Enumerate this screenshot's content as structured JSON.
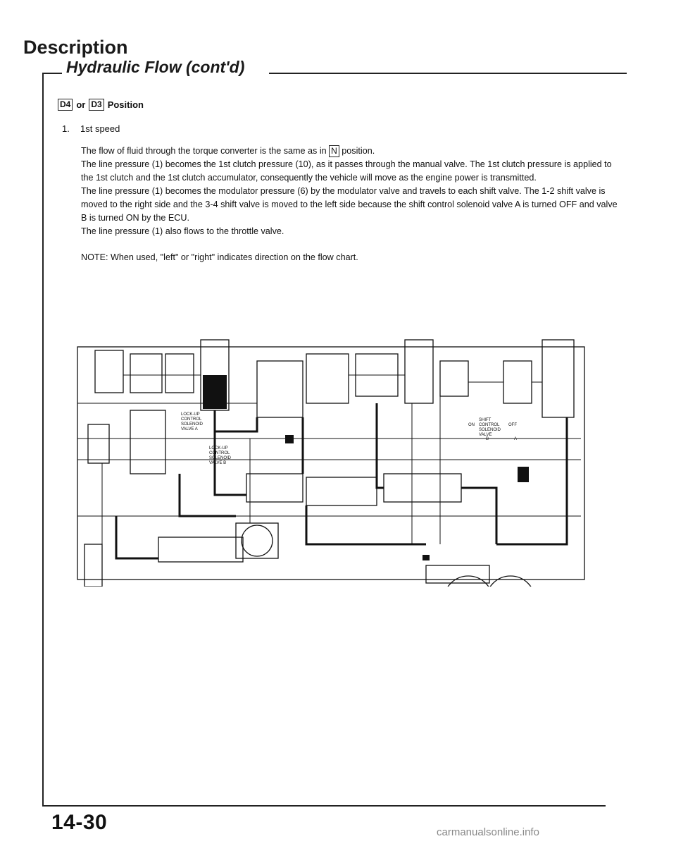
{
  "page": {
    "heading": "Description",
    "subheading": "Hydraulic Flow (cont'd)",
    "position_boxes": [
      "D4",
      "D3"
    ],
    "position_or": "or",
    "position_suffix": "Position",
    "item_number": "1.",
    "item_title": "1st speed",
    "paragraph_1a": "The flow of fluid through the torque converter is the same as in",
    "paragraph_1_box": "N",
    "paragraph_1b": "position.",
    "paragraph_2": "The line pressure (1) becomes the 1st clutch pressure (10), as it passes through the manual valve. The 1st clutch pressure is applied to the 1st clutch and the 1st clutch accumulator, consequently the vehicle will move as the engine power is transmitted.",
    "paragraph_3": "The line pressure (1) becomes the modulator pressure (6) by the modulator valve and travels to each shift valve. The 1-2 shift valve is moved to the right side and the 3-4 shift valve is moved to the left side because the shift control solenoid valve A is turned OFF and valve B is turned ON by the ECU.",
    "paragraph_4": "The line pressure (1) also flows to the throttle valve.",
    "note": "NOTE: When used, \"left\" or \"right\" indicates direction on the flow chart.",
    "page_number": "14-30",
    "watermark": "carmanualsonline.info"
  },
  "diagram": {
    "labels": {
      "lockup_a": [
        "LOCK-UP",
        "CONTROL",
        "SOLENOID",
        "VALVE A"
      ],
      "lockup_b": [
        "LOCK-UP",
        "CONTROL",
        "SOLENOID",
        "VALVE B"
      ],
      "shift": [
        "SHIFT",
        "CONTROL",
        "SOLENOID",
        "VALVE"
      ],
      "on": "ON",
      "off": "OFF",
      "a": "A",
      "b": "B"
    }
  }
}
